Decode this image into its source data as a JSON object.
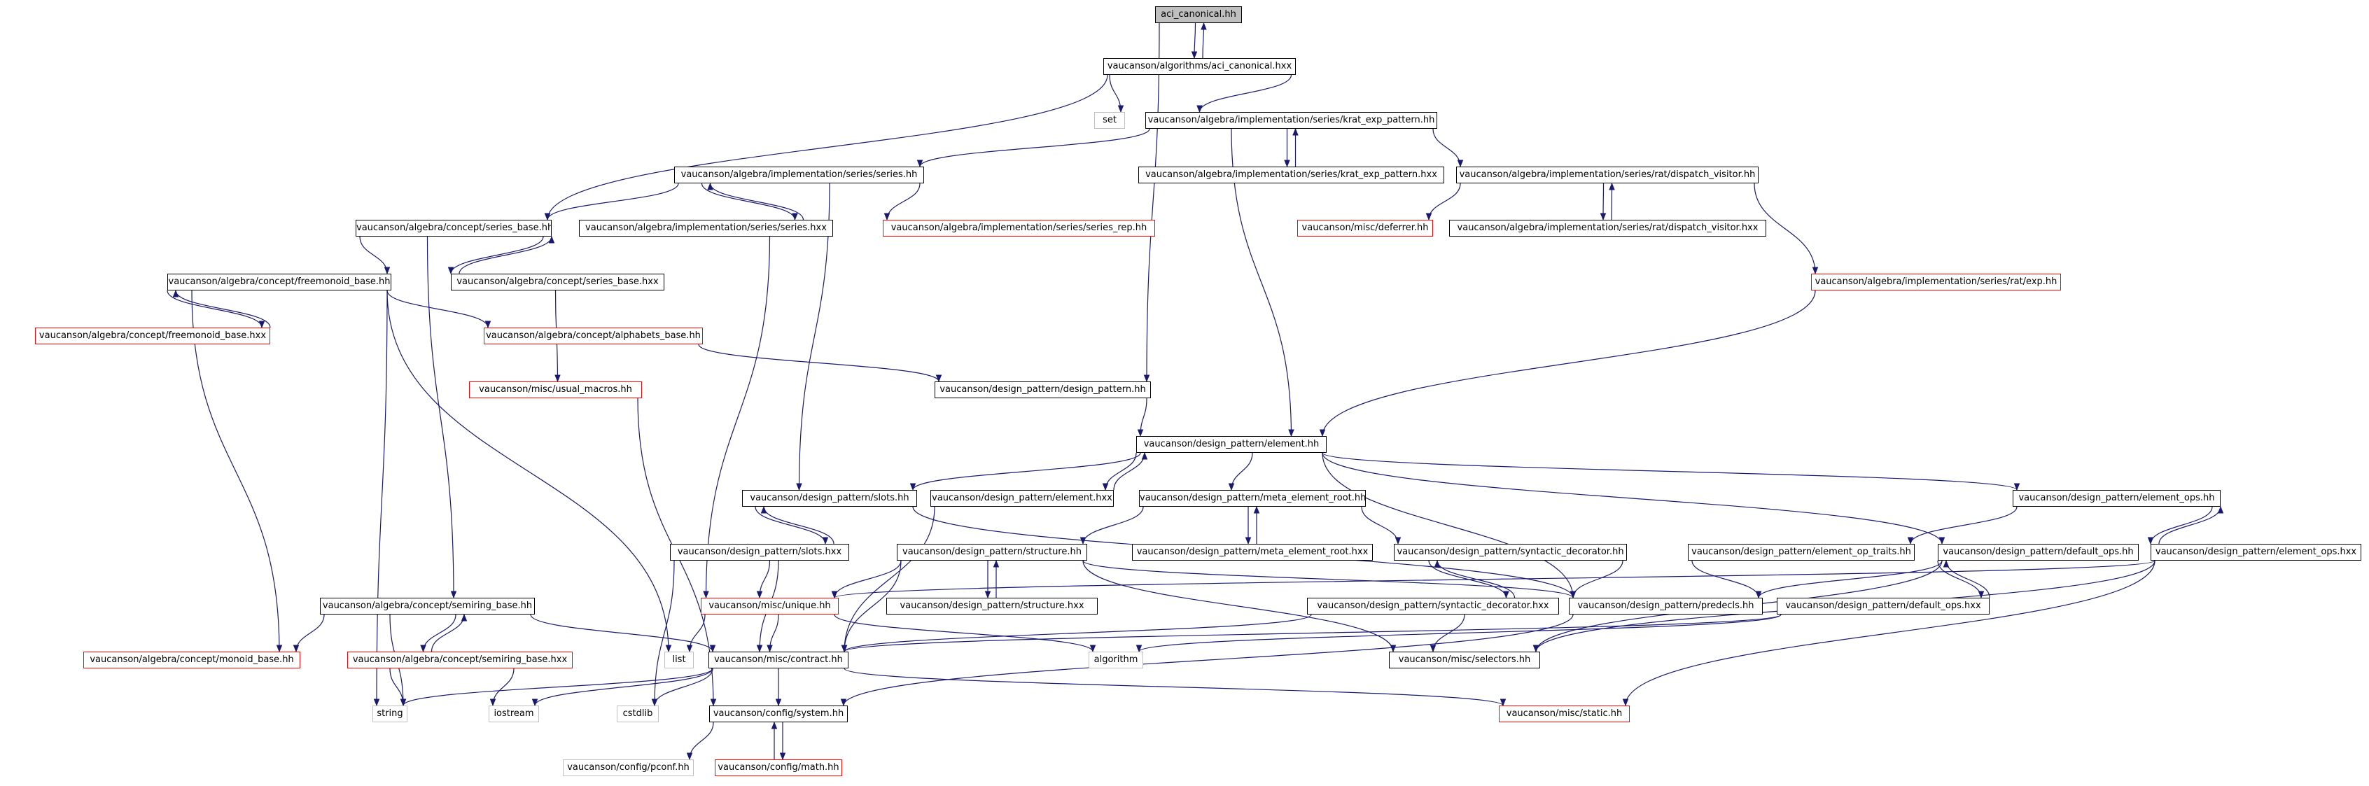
{
  "colors": {
    "edge": "#191970",
    "node_border": "#000000",
    "missing_border": "#ff0000",
    "external_border": "#bfbfbf",
    "root_fill": "#bfbfbf"
  },
  "nodes": [
    {
      "id": "aci_canonical_hh",
      "label": "aci_canonical.hh",
      "kind": "root"
    },
    {
      "id": "aci_canonical_hxx",
      "label": "vaucanson/algorithms/aci_canonical.hxx",
      "kind": "normal"
    },
    {
      "id": "set",
      "label": "set",
      "kind": "external"
    },
    {
      "id": "krat_exp_pattern_hh",
      "label": "vaucanson/algebra/implementation/series/krat_exp_pattern.hh",
      "kind": "normal"
    },
    {
      "id": "series_hh",
      "label": "vaucanson/algebra/implementation/series/series.hh",
      "kind": "normal"
    },
    {
      "id": "krat_exp_pattern_hxx",
      "label": "vaucanson/algebra/implementation/series/krat_exp_pattern.hxx",
      "kind": "normal"
    },
    {
      "id": "dispatch_visitor_hh",
      "label": "vaucanson/algebra/implementation/series/rat/dispatch_visitor.hh",
      "kind": "normal"
    },
    {
      "id": "series_base_hh",
      "label": "vaucanson/algebra/concept/series_base.hh",
      "kind": "normal"
    },
    {
      "id": "series_hxx",
      "label": "vaucanson/algebra/implementation/series/series.hxx",
      "kind": "normal"
    },
    {
      "id": "series_rep_hh",
      "label": "vaucanson/algebra/implementation/series/series_rep.hh",
      "kind": "missing"
    },
    {
      "id": "deferrer_hh",
      "label": "vaucanson/misc/deferrer.hh",
      "kind": "missing"
    },
    {
      "id": "dispatch_visitor_hxx",
      "label": "vaucanson/algebra/implementation/series/rat/dispatch_visitor.hxx",
      "kind": "normal"
    },
    {
      "id": "freemonoid_base_hh",
      "label": "vaucanson/algebra/concept/freemonoid_base.hh",
      "kind": "normal"
    },
    {
      "id": "series_base_hxx",
      "label": "vaucanson/algebra/concept/series_base.hxx",
      "kind": "normal"
    },
    {
      "id": "rat_exp_hh",
      "label": "vaucanson/algebra/implementation/series/rat/exp.hh",
      "kind": "missing"
    },
    {
      "id": "freemonoid_base_hxx",
      "label": "vaucanson/algebra/concept/freemonoid_base.hxx",
      "kind": "missing"
    },
    {
      "id": "alphabets_base_hh",
      "label": "vaucanson/algebra/concept/alphabets_base.hh",
      "kind": "missing"
    },
    {
      "id": "usual_macros_hh",
      "label": "vaucanson/misc/usual_macros.hh",
      "kind": "missing"
    },
    {
      "id": "design_pattern_hh",
      "label": "vaucanson/design_pattern/design_pattern.hh",
      "kind": "normal"
    },
    {
      "id": "element_hh",
      "label": "vaucanson/design_pattern/element.hh",
      "kind": "normal"
    },
    {
      "id": "slots_hh",
      "label": "vaucanson/design_pattern/slots.hh",
      "kind": "normal"
    },
    {
      "id": "element_hxx",
      "label": "vaucanson/design_pattern/element.hxx",
      "kind": "normal"
    },
    {
      "id": "meta_element_root_hh",
      "label": "vaucanson/design_pattern/meta_element_root.hh",
      "kind": "normal"
    },
    {
      "id": "element_ops_hh",
      "label": "vaucanson/design_pattern/element_ops.hh",
      "kind": "normal"
    },
    {
      "id": "slots_hxx",
      "label": "vaucanson/design_pattern/slots.hxx",
      "kind": "normal"
    },
    {
      "id": "structure_hh",
      "label": "vaucanson/design_pattern/structure.hh",
      "kind": "normal"
    },
    {
      "id": "meta_element_root_hxx",
      "label": "vaucanson/design_pattern/meta_element_root.hxx",
      "kind": "normal"
    },
    {
      "id": "syntactic_decorator_hh",
      "label": "vaucanson/design_pattern/syntactic_decorator.hh",
      "kind": "normal"
    },
    {
      "id": "element_op_traits_hh",
      "label": "vaucanson/design_pattern/element_op_traits.hh",
      "kind": "normal"
    },
    {
      "id": "default_ops_hh",
      "label": "vaucanson/design_pattern/default_ops.hh",
      "kind": "normal"
    },
    {
      "id": "element_ops_hxx",
      "label": "vaucanson/design_pattern/element_ops.hxx",
      "kind": "normal"
    },
    {
      "id": "semiring_base_hh",
      "label": "vaucanson/algebra/concept/semiring_base.hh",
      "kind": "normal"
    },
    {
      "id": "unique_hh",
      "label": "vaucanson/misc/unique.hh",
      "kind": "missing"
    },
    {
      "id": "structure_hxx",
      "label": "vaucanson/design_pattern/structure.hxx",
      "kind": "normal"
    },
    {
      "id": "syntactic_decorator_hxx",
      "label": "vaucanson/design_pattern/syntactic_decorator.hxx",
      "kind": "normal"
    },
    {
      "id": "predecls_hh",
      "label": "vaucanson/design_pattern/predecls.hh",
      "kind": "normal"
    },
    {
      "id": "default_ops_hxx",
      "label": "vaucanson/design_pattern/default_ops.hxx",
      "kind": "normal"
    },
    {
      "id": "monoid_base_hh",
      "label": "vaucanson/algebra/concept/monoid_base.hh",
      "kind": "missing"
    },
    {
      "id": "semiring_base_hxx",
      "label": "vaucanson/algebra/concept/semiring_base.hxx",
      "kind": "missing"
    },
    {
      "id": "list",
      "label": "list",
      "kind": "external"
    },
    {
      "id": "contract_hh",
      "label": "vaucanson/misc/contract.hh",
      "kind": "normal"
    },
    {
      "id": "algorithm",
      "label": "algorithm",
      "kind": "external"
    },
    {
      "id": "selectors_hh",
      "label": "vaucanson/misc/selectors.hh",
      "kind": "normal"
    },
    {
      "id": "string",
      "label": "string",
      "kind": "external"
    },
    {
      "id": "iostream",
      "label": "iostream",
      "kind": "external"
    },
    {
      "id": "cstdlib",
      "label": "cstdlib",
      "kind": "external"
    },
    {
      "id": "system_hh",
      "label": "vaucanson/config/system.hh",
      "kind": "normal"
    },
    {
      "id": "static_hh",
      "label": "vaucanson/misc/static.hh",
      "kind": "missing"
    },
    {
      "id": "pconf_hh",
      "label": "vaucanson/config/pconf.hh",
      "kind": "external"
    },
    {
      "id": "math_hh",
      "label": "vaucanson/config/math.hh",
      "kind": "missing"
    }
  ],
  "edges": [
    [
      "aci_canonical_hh",
      "aci_canonical_hxx"
    ],
    [
      "aci_canonical_hh",
      "design_pattern_hh"
    ],
    [
      "aci_canonical_hxx",
      "aci_canonical_hh"
    ],
    [
      "aci_canonical_hxx",
      "set"
    ],
    [
      "aci_canonical_hxx",
      "krat_exp_pattern_hh"
    ],
    [
      "aci_canonical_hxx",
      "series_base_hh"
    ],
    [
      "krat_exp_pattern_hh",
      "krat_exp_pattern_hxx"
    ],
    [
      "krat_exp_pattern_hxx",
      "krat_exp_pattern_hh"
    ],
    [
      "krat_exp_pattern_hh",
      "series_hh"
    ],
    [
      "krat_exp_pattern_hh",
      "dispatch_visitor_hh"
    ],
    [
      "krat_exp_pattern_hh",
      "element_hh"
    ],
    [
      "series_hh",
      "series_base_hh"
    ],
    [
      "series_hh",
      "series_hxx"
    ],
    [
      "series_hxx",
      "series_hh"
    ],
    [
      "series_hh",
      "series_rep_hh"
    ],
    [
      "series_hh",
      "slots_hh"
    ],
    [
      "series_hxx",
      "unique_hh"
    ],
    [
      "dispatch_visitor_hh",
      "dispatch_visitor_hxx"
    ],
    [
      "dispatch_visitor_hxx",
      "dispatch_visitor_hh"
    ],
    [
      "dispatch_visitor_hh",
      "deferrer_hh"
    ],
    [
      "dispatch_visitor_hh",
      "rat_exp_hh"
    ],
    [
      "rat_exp_hh",
      "element_hh"
    ],
    [
      "series_base_hh",
      "series_base_hxx"
    ],
    [
      "series_base_hxx",
      "series_base_hh"
    ],
    [
      "series_base_hh",
      "freemonoid_base_hh"
    ],
    [
      "series_base_hh",
      "semiring_base_hh"
    ],
    [
      "series_base_hxx",
      "usual_macros_hh"
    ],
    [
      "freemonoid_base_hh",
      "freemonoid_base_hxx"
    ],
    [
      "freemonoid_base_hxx",
      "freemonoid_base_hh"
    ],
    [
      "freemonoid_base_hh",
      "alphabets_base_hh"
    ],
    [
      "freemonoid_base_hh",
      "monoid_base_hh"
    ],
    [
      "freemonoid_base_hh",
      "string"
    ],
    [
      "freemonoid_base_hh",
      "list"
    ],
    [
      "alphabets_base_hh",
      "design_pattern_hh"
    ],
    [
      "usual_macros_hh",
      "system_hh"
    ],
    [
      "design_pattern_hh",
      "element_hh"
    ],
    [
      "element_hh",
      "slots_hh"
    ],
    [
      "element_hh",
      "element_hxx"
    ],
    [
      "element_hxx",
      "element_hh"
    ],
    [
      "element_hh",
      "meta_element_root_hh"
    ],
    [
      "element_hh",
      "element_ops_hh"
    ],
    [
      "element_hh",
      "default_ops_hh"
    ],
    [
      "element_hh",
      "predecls_hh"
    ],
    [
      "slots_hh",
      "slots_hxx"
    ],
    [
      "slots_hxx",
      "slots_hh"
    ],
    [
      "slots_hh",
      "predecls_hh"
    ],
    [
      "slots_hxx",
      "unique_hh"
    ],
    [
      "slots_hxx",
      "contract_hh"
    ],
    [
      "slots_hxx",
      "cstdlib"
    ],
    [
      "element_hxx",
      "contract_hh"
    ],
    [
      "meta_element_root_hh",
      "meta_element_root_hxx"
    ],
    [
      "meta_element_root_hxx",
      "meta_element_root_hh"
    ],
    [
      "meta_element_root_hh",
      "structure_hh"
    ],
    [
      "meta_element_root_hh",
      "syntactic_decorator_hh"
    ],
    [
      "structure_hh",
      "structure_hxx"
    ],
    [
      "structure_hxx",
      "structure_hh"
    ],
    [
      "structure_hh",
      "unique_hh"
    ],
    [
      "structure_hh",
      "predecls_hh"
    ],
    [
      "structure_hh",
      "selectors_hh"
    ],
    [
      "structure_hh",
      "contract_hh"
    ],
    [
      "syntactic_decorator_hh",
      "syntactic_decorator_hxx"
    ],
    [
      "syntactic_decorator_hxx",
      "syntactic_decorator_hh"
    ],
    [
      "syntactic_decorator_hh",
      "predecls_hh"
    ],
    [
      "syntactic_decorator_hxx",
      "selectors_hh"
    ],
    [
      "syntactic_decorator_hxx",
      "contract_hh"
    ],
    [
      "element_ops_hh",
      "element_ops_hxx"
    ],
    [
      "element_ops_hxx",
      "element_ops_hh"
    ],
    [
      "element_ops_hh",
      "element_op_traits_hh"
    ],
    [
      "element_op_traits_hh",
      "predecls_hh"
    ],
    [
      "element_ops_hxx",
      "unique_hh"
    ],
    [
      "element_ops_hxx",
      "selectors_hh"
    ],
    [
      "element_ops_hxx",
      "static_hh"
    ],
    [
      "default_ops_hh",
      "default_ops_hxx"
    ],
    [
      "default_ops_hxx",
      "default_ops_hh"
    ],
    [
      "default_ops_hh",
      "predecls_hh"
    ],
    [
      "default_ops_hh",
      "selectors_hh"
    ],
    [
      "default_ops_hxx",
      "algorithm"
    ],
    [
      "default_ops_hxx",
      "contract_hh"
    ],
    [
      "predecls_hh",
      "system_hh"
    ],
    [
      "unique_hh",
      "list"
    ],
    [
      "unique_hh",
      "algorithm"
    ],
    [
      "unique_hh",
      "contract_hh"
    ],
    [
      "semiring_base_hh",
      "semiring_base_hxx"
    ],
    [
      "semiring_base_hxx",
      "semiring_base_hh"
    ],
    [
      "semiring_base_hh",
      "monoid_base_hh"
    ],
    [
      "semiring_base_hh",
      "string"
    ],
    [
      "semiring_base_hh",
      "contract_hh"
    ],
    [
      "semiring_base_hxx",
      "string"
    ],
    [
      "semiring_base_hxx",
      "iostream"
    ],
    [
      "contract_hh",
      "string"
    ],
    [
      "contract_hh",
      "iostream"
    ],
    [
      "contract_hh",
      "cstdlib"
    ],
    [
      "contract_hh",
      "system_hh"
    ],
    [
      "contract_hh",
      "static_hh"
    ],
    [
      "system_hh",
      "pconf_hh"
    ],
    [
      "system_hh",
      "math_hh"
    ],
    [
      "math_hh",
      "system_hh"
    ]
  ]
}
